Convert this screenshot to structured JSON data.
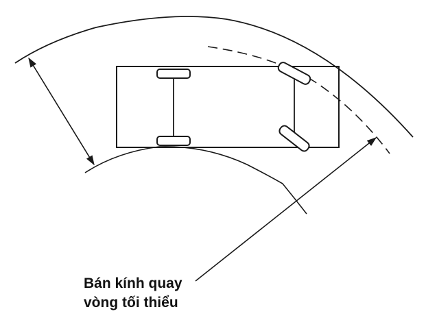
{
  "diagram": {
    "title": "Minimum turning radius diagram",
    "caption": {
      "line1": "Bán kính quay",
      "line2": "vòng tối thiểu"
    },
    "colors": {
      "background": "#ffffff",
      "stroke": "#1a1a1a",
      "text": "#111111"
    },
    "elements": [
      "outer-turning-arc",
      "inner-turning-arc",
      "dashed-front-wheel-path",
      "vehicle-body",
      "rear-axle-with-wheels",
      "front-axle-with-steered-wheels",
      "width-dimension-arrow",
      "radius-leader-arrow"
    ]
  }
}
